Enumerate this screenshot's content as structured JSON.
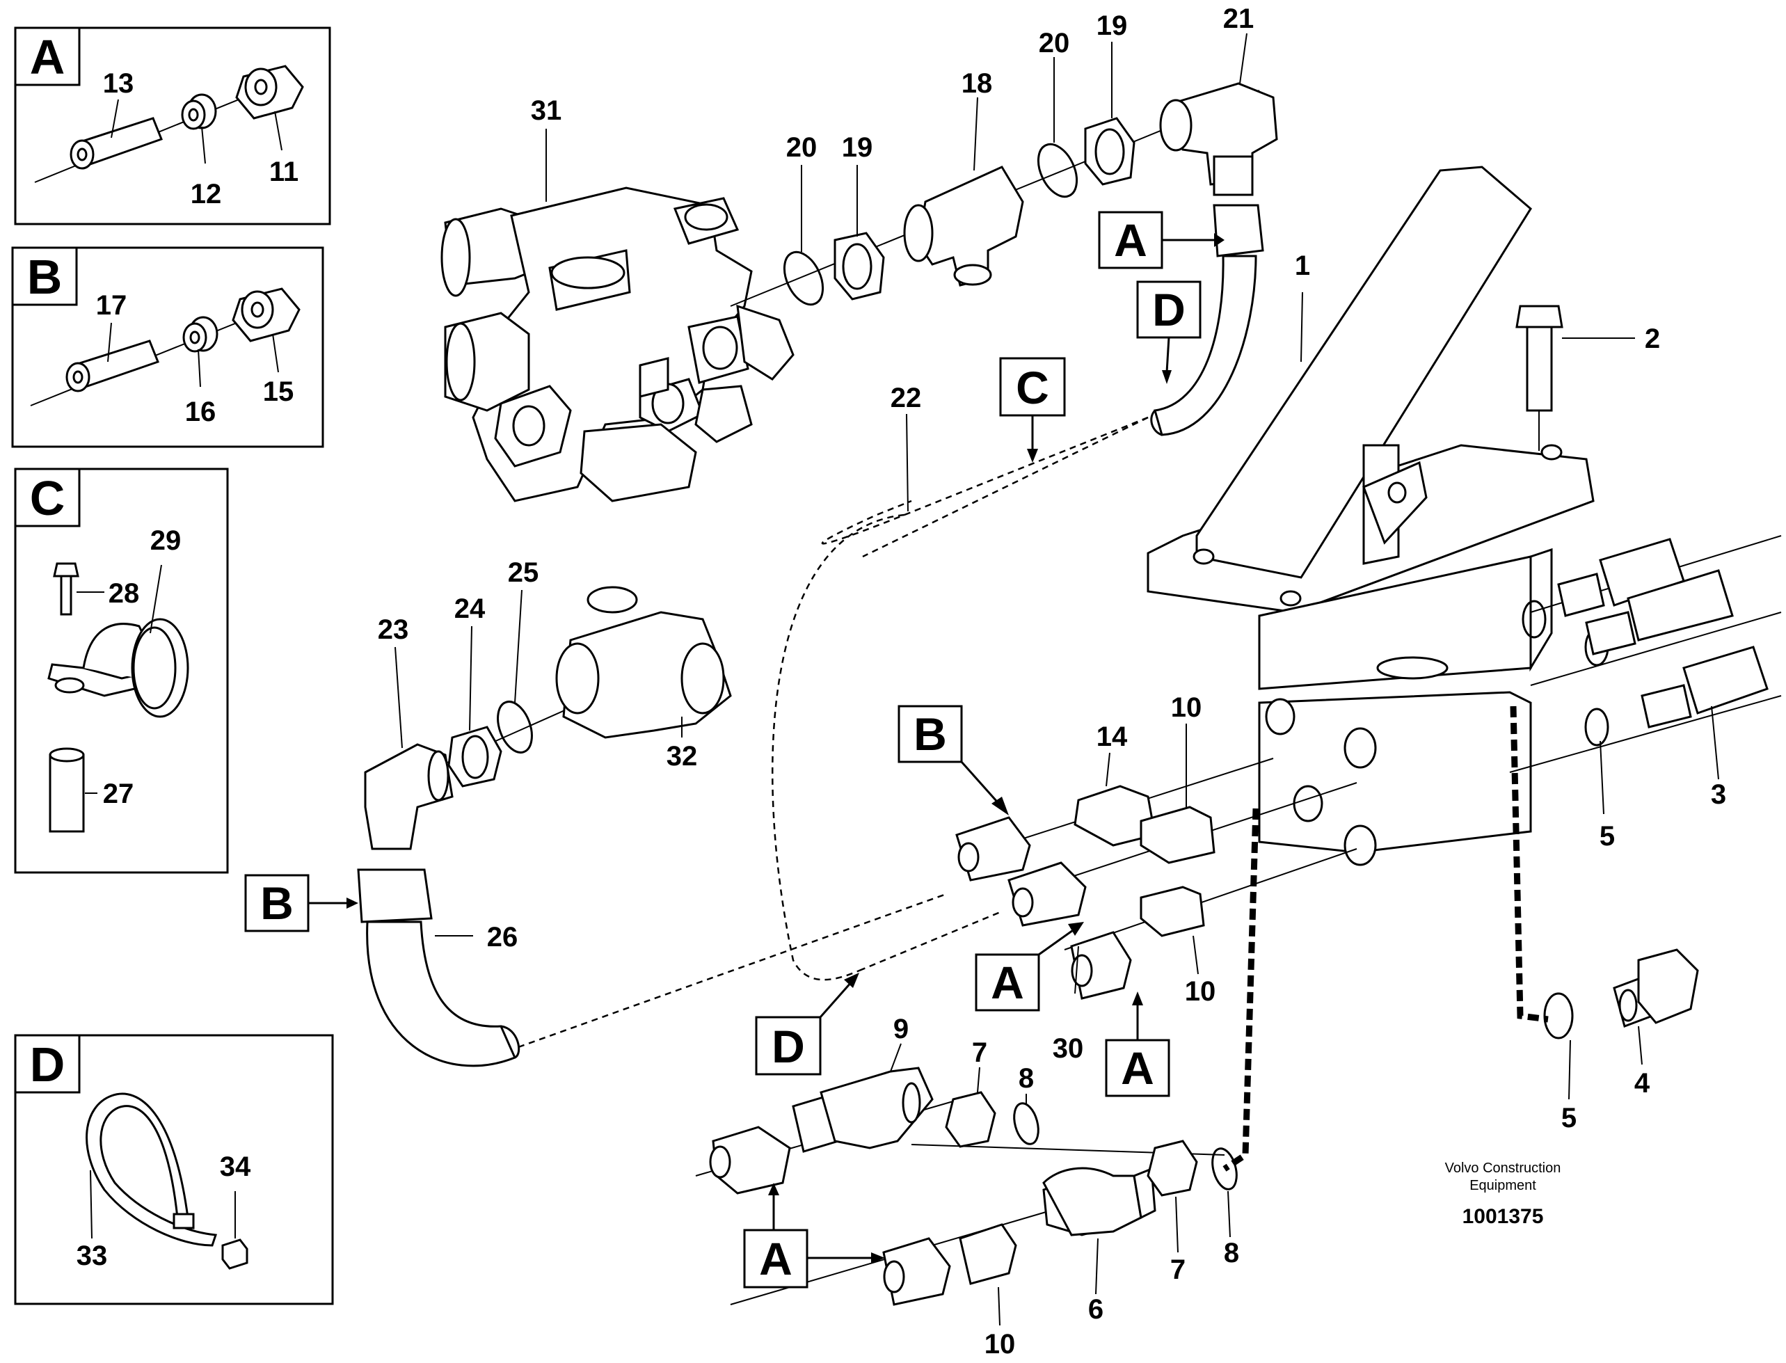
{
  "labels": {
    "p1": "1",
    "p2": "2",
    "p3": "3",
    "p4": "4",
    "p5a": "5",
    "p5b": "5",
    "p6": "6",
    "p7a": "7",
    "p7b": "7",
    "p8a": "8",
    "p8b": "8",
    "p9": "9",
    "p10a": "10",
    "p10b": "10",
    "p10c": "10",
    "p11": "11",
    "p12": "12",
    "p13": "13",
    "p14": "14",
    "p15": "15",
    "p16": "16",
    "p17": "17",
    "p18": "18",
    "p19a": "19",
    "p19b": "19",
    "p20a": "20",
    "p20b": "20",
    "p21": "21",
    "p22": "22",
    "p23": "23",
    "p24": "24",
    "p25": "25",
    "p26": "26",
    "p27": "27",
    "p28": "28",
    "p29": "29",
    "p30": "30",
    "p31": "31",
    "p32": "32",
    "p33": "33",
    "p34": "34"
  },
  "callouts": {
    "a": "A",
    "b": "B",
    "c": "C",
    "d": "D"
  },
  "insets": {
    "a": "A",
    "b": "B",
    "c": "C",
    "d": "D"
  },
  "credit": {
    "line1": "Volvo Construction",
    "line2": "Equipment",
    "doc_number": "1001375"
  }
}
